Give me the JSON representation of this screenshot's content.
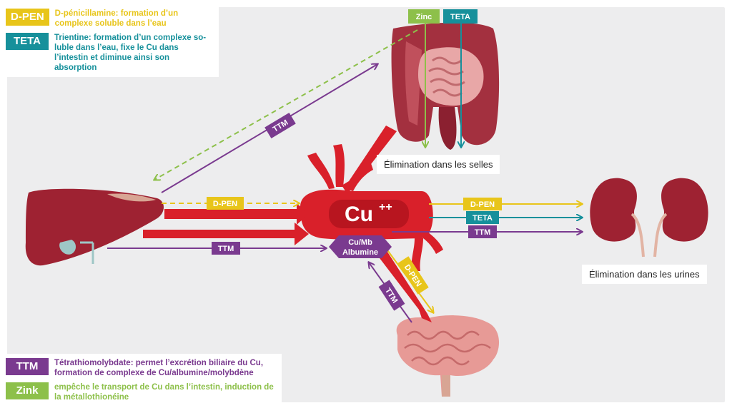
{
  "legend_top": [
    {
      "tag": "D-PEN",
      "color": "#e8c51a",
      "text": "D-pénicillamine: formation d’un complexe soluble dans l’eau"
    },
    {
      "tag": "TETA",
      "color": "#16909b",
      "text": "Trientine: formation d’un complexe so-luble dans l’eau, fixe le Cu dans l’intestin et diminue ainsi son absorption"
    }
  ],
  "legend_bottom": [
    {
      "tag": "TTM",
      "color": "#7a3a8f",
      "text": "Tétrathiomolybdate: permet l’excrétion biliaire du Cu, formation de complexe de Cu/albumine/molybdène"
    },
    {
      "tag": "Zink",
      "color": "#8dc04a",
      "text": "empêche le transport de Cu dans l’intestin, induction de la métallothionéine"
    }
  ],
  "intestine_tags": {
    "zinc": "Zinc",
    "teta": "TETA"
  },
  "center": {
    "cu_label": "Cu",
    "cu_sup": "++",
    "complex_line1": "Cu/Mb",
    "complex_line2": "Albumine"
  },
  "arrow_labels": {
    "liver_dpen": "D-PEN",
    "liver_ttm": "TTM",
    "intestine_ttm": "TTM",
    "kidney_dpen": "D-PEN",
    "kidney_teta": "TETA",
    "kidney_ttm": "TTM",
    "brain_dpen": "D-PEN",
    "brain_ttm": "TTM"
  },
  "captions": {
    "selles": "Élimination dans les selles",
    "urines": "Élimination dans les urines"
  },
  "colors": {
    "dpen": "#e8c51a",
    "teta": "#16909b",
    "ttm": "#7a3a8f",
    "zinc": "#8dc04a",
    "blood": "#d9202a",
    "organ": "#9e2232"
  }
}
